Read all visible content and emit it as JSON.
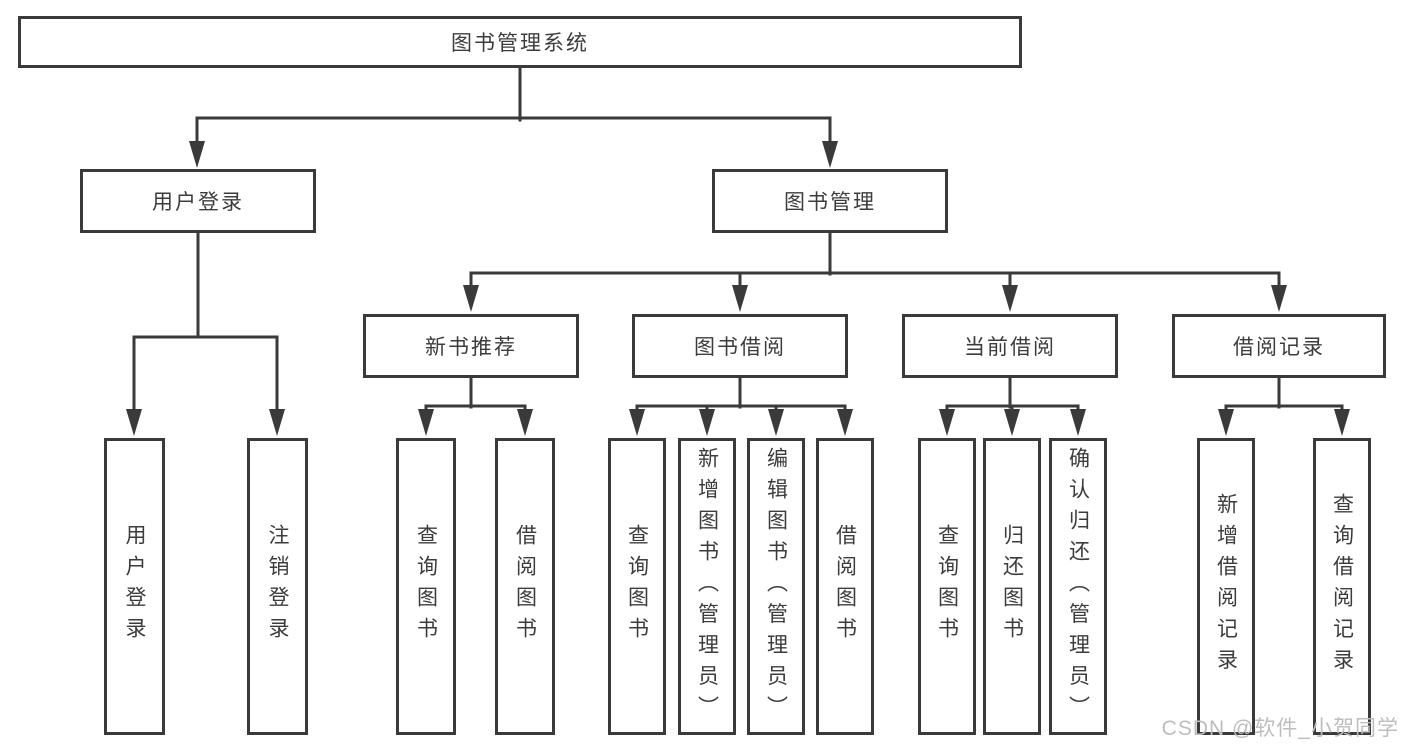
{
  "diagram": {
    "title": "图书管理系统",
    "root": {
      "label": "图书管理系统"
    },
    "branches": [
      {
        "label": "用户登录",
        "children": [
          {
            "label": "用户登录"
          },
          {
            "label": "注销登录"
          }
        ]
      },
      {
        "label": "图书管理",
        "children": [
          {
            "label": "新书推荐",
            "children": [
              {
                "label": "查询图书"
              },
              {
                "label": "借阅图书"
              }
            ]
          },
          {
            "label": "图书借阅",
            "children": [
              {
                "label": "查询图书"
              },
              {
                "label": "新增图书（管理员）"
              },
              {
                "label": "编辑图书（管理员）"
              },
              {
                "label": "借阅图书"
              }
            ]
          },
          {
            "label": "当前借阅",
            "children": [
              {
                "label": "查询图书"
              },
              {
                "label": "归还图书"
              },
              {
                "label": "确认归还（管理员）"
              }
            ]
          },
          {
            "label": "借阅记录",
            "children": [
              {
                "label": "新增借阅记录"
              },
              {
                "label": "查询借阅记录"
              }
            ]
          }
        ]
      }
    ]
  },
  "colors": {
    "line": "#3a3a3a",
    "text": "#3c3c3c",
    "watermark_text": "#bdbdbd",
    "background": "#ffffff"
  },
  "watermark": {
    "text": "CSDN @软件_小贺同学"
  }
}
